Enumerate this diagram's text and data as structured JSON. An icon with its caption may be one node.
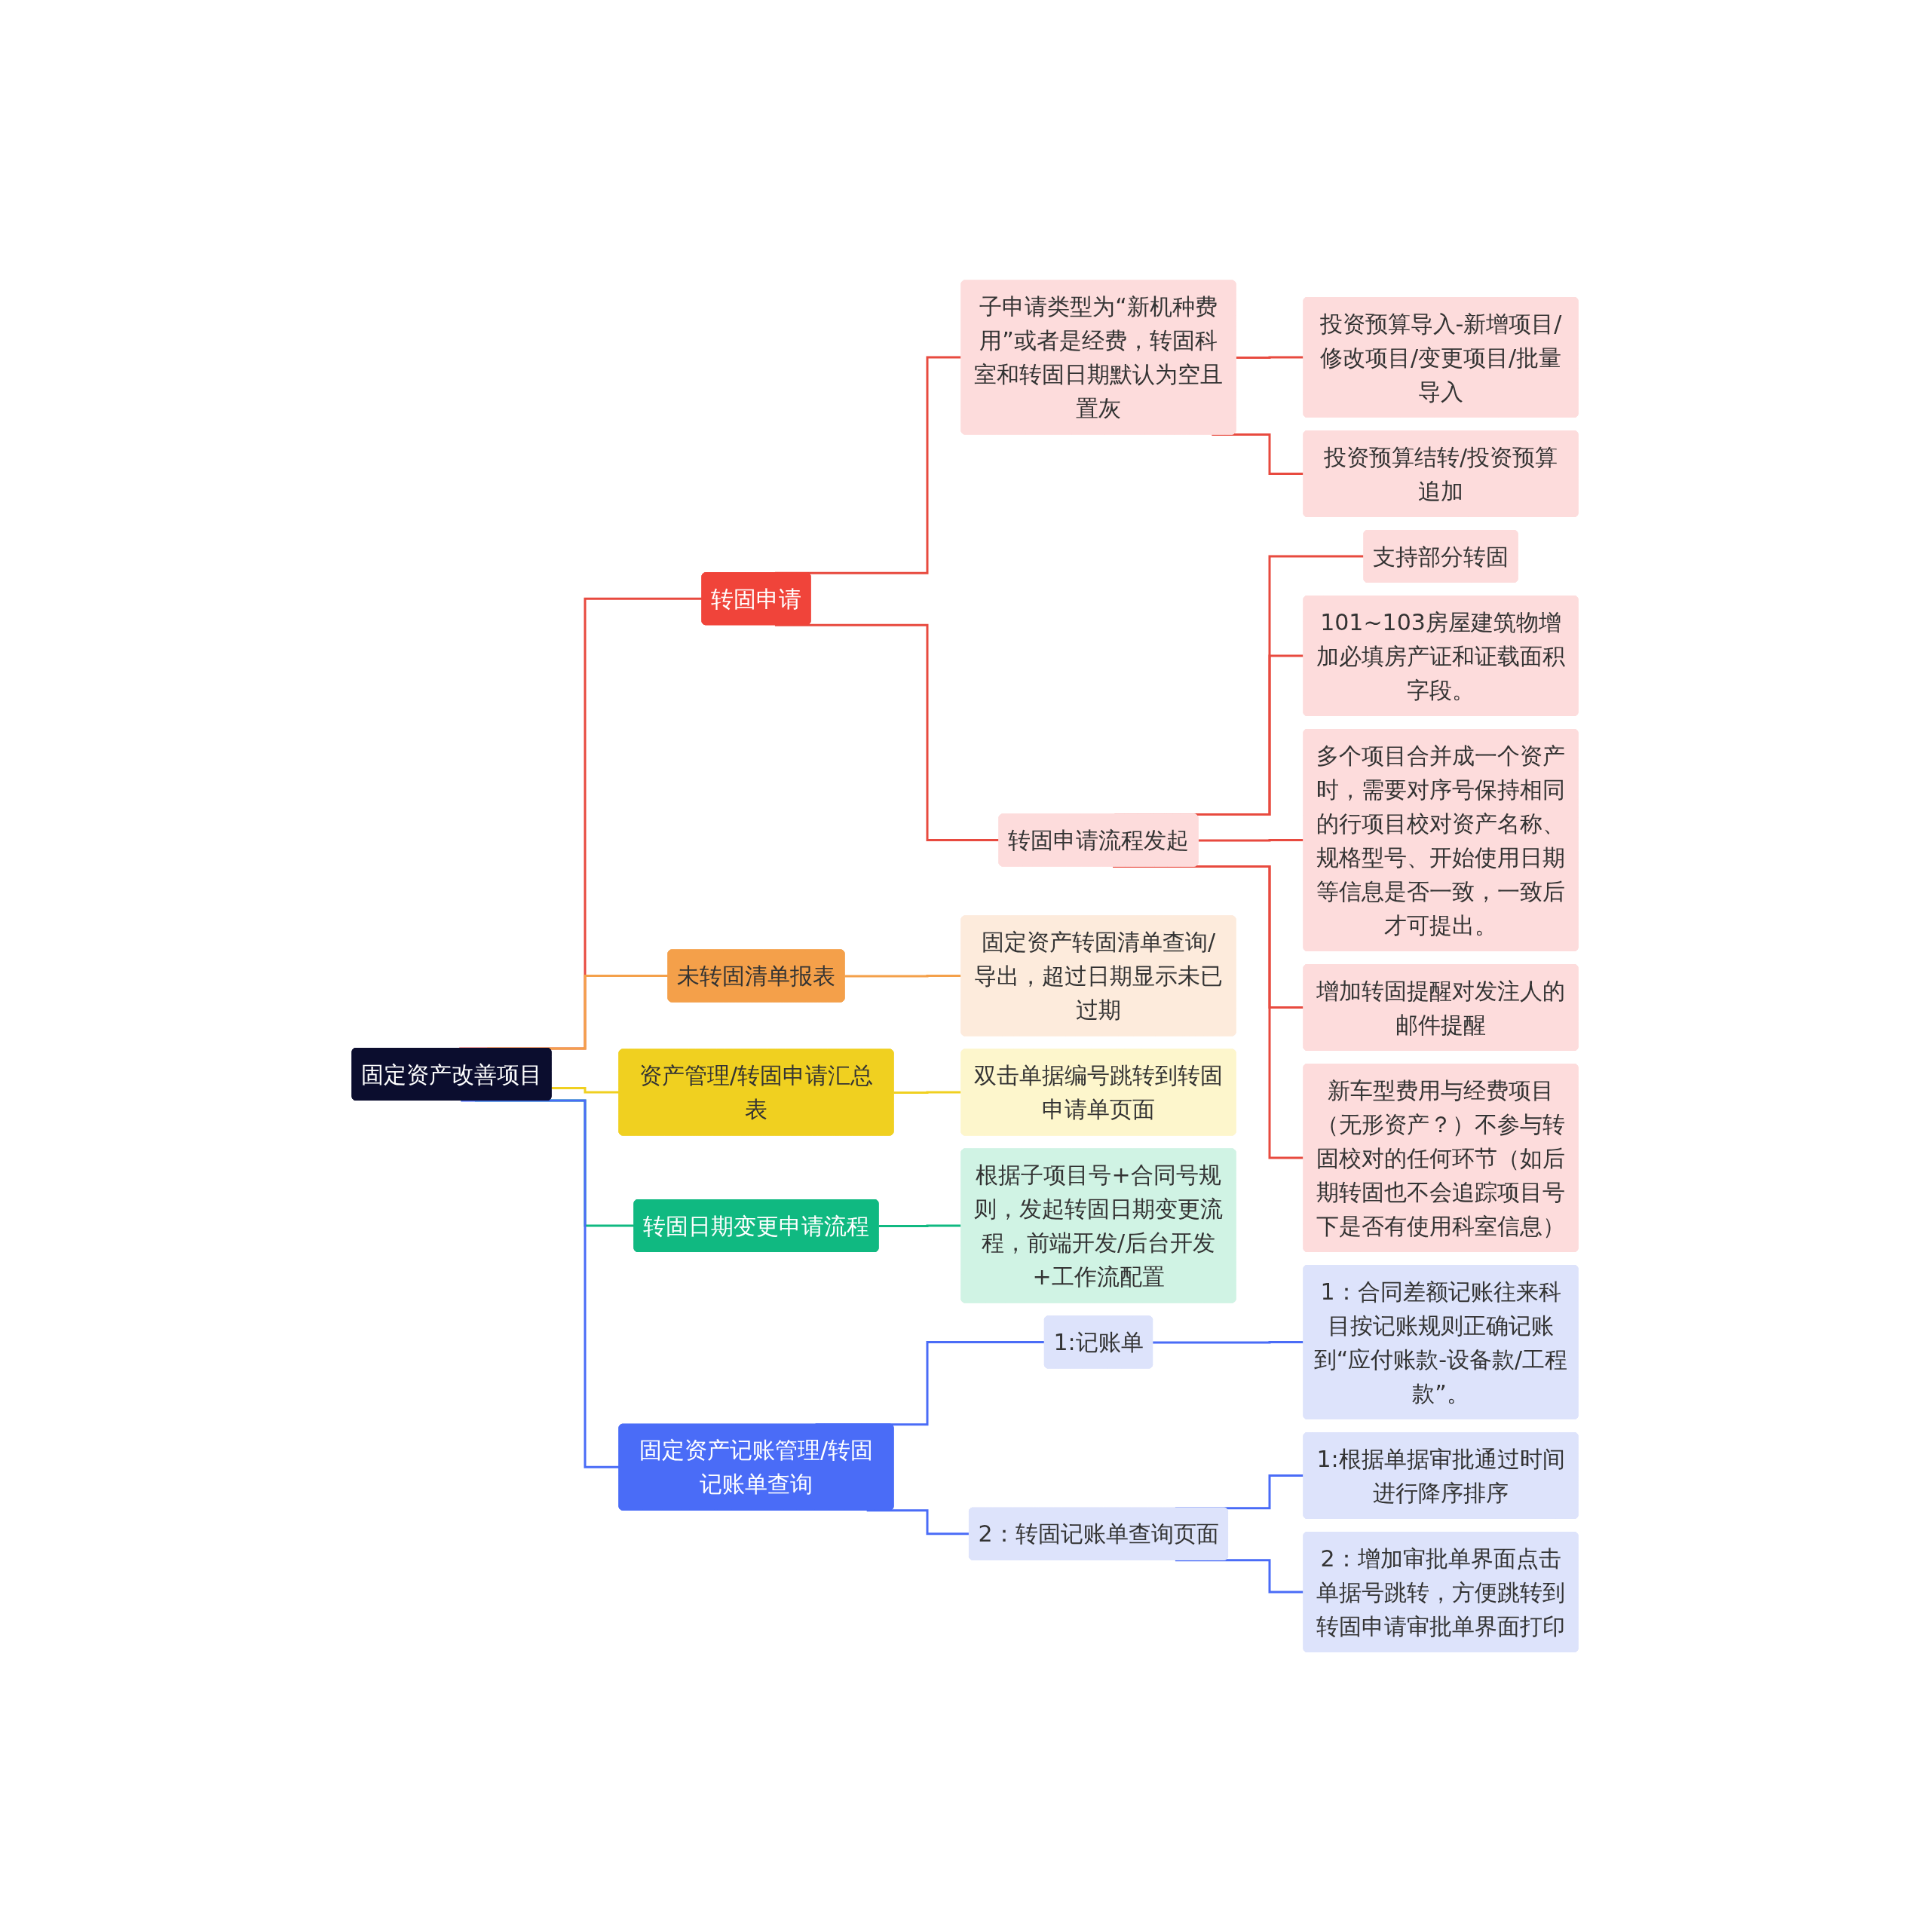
{
  "diagram": {
    "nodes": [
      {
        "text": [
          "固定资产改善项目"
        ]
      },
      {
        "text": [
          "转固申请"
        ]
      },
      {
        "text": [
          "子申请类型为“新机种费用”或者是经费，转固科室和转固日期默认为空且置灰"
        ]
      },
      {
        "text": [
          "投资预算导入-新增项目/修改项目/变更项目/批量导入"
        ]
      },
      {
        "text": [
          "投资预算结转/投资预算追加"
        ]
      },
      {
        "text": [
          "转固申请流程发起"
        ]
      },
      {
        "text": [
          "支持部分转固"
        ]
      },
      {
        "text": [
          "101~103房屋建筑物增加必填房产证和证载面积字段。"
        ]
      },
      {
        "text": [
          "多个项目合并成一个资产时，需要对序号保持相同的行项目校对资产名称、规格型号、开始使用日期等信息是否一致，一致后才可提出。"
        ]
      },
      {
        "text": [
          "增加转固提醒对发注人的邮件提醒"
        ]
      },
      {
        "text": [
          "新车型费用与经费项目（无形资产？）不参与转固校对的任何环节（如后期转固也不会追踪项目号下是否有使用科室信息）"
        ]
      },
      {
        "text": [
          "未转固清单报表"
        ]
      },
      {
        "text": [
          "固定资产转固清单查询/导出，超过日期显示未已过期"
        ]
      },
      {
        "text": [
          "资产管理/转固申请汇总表"
        ]
      },
      {
        "text": [
          "双击单据编号跳转到转固申请单页面"
        ]
      },
      {
        "text": [
          "转固日期变更申请流程"
        ]
      },
      {
        "text": [
          "根据子项目号+合同号规则，发起转固日期变更流程，前端开发/后台开发+工作流配置"
        ]
      },
      {
        "text": [
          "固定资产记账管理/转固记账单查询"
        ]
      },
      {
        "text": [
          "1:记账单"
        ]
      },
      {
        "text": [
          "1：合同差额记账往来科目按记账规则正确记账到“应付账款-设备款/工程款”。"
        ]
      },
      {
        "text": [
          "2：转固记账单查询页面"
        ]
      },
      {
        "text": [
          "1:根据单据审批通过时间进行降序排序"
        ]
      },
      {
        "text": [
          "2：增加审批单界面点击单据号跳转，方便跳转到转固申请审批单界面打印"
        ]
      }
    ],
    "edges": [
      {
        "from": 0,
        "to": 1,
        "arrow": "none"
      },
      {
        "from": 1,
        "to": 2,
        "arrow": "none"
      },
      {
        "from": 2,
        "to": 3,
        "arrow": "none"
      },
      {
        "from": 2,
        "to": 4,
        "arrow": "none"
      },
      {
        "from": 1,
        "to": 5,
        "arrow": "none"
      },
      {
        "from": 5,
        "to": 6,
        "arrow": "none"
      },
      {
        "from": 5,
        "to": 7,
        "arrow": "none"
      },
      {
        "from": 5,
        "to": 8,
        "arrow": "none"
      },
      {
        "from": 5,
        "to": 9,
        "arrow": "none"
      },
      {
        "from": 5,
        "to": 10,
        "arrow": "none"
      },
      {
        "from": 0,
        "to": 11,
        "arrow": "none",
        "color": "#f4a04a"
      },
      {
        "from": 11,
        "to": 12,
        "arrow": "none",
        "color": "#f4a04a"
      },
      {
        "from": 0,
        "to": 13,
        "arrow": "none",
        "color": "#f0d020"
      },
      {
        "from": 13,
        "to": 14,
        "arrow": "none",
        "color": "#f0d020"
      },
      {
        "from": 0,
        "to": 15,
        "arrow": "none",
        "color": "#10b981"
      },
      {
        "from": 15,
        "to": 16,
        "arrow": "none",
        "color": "#10b981"
      },
      {
        "from": 0,
        "to": 17,
        "arrow": "none",
        "color": "#4a6cf7"
      },
      {
        "from": 17,
        "to": 18,
        "arrow": "none",
        "color": "#4a6cf7"
      },
      {
        "from": 18,
        "to": 19,
        "arrow": "none",
        "color": "#4a6cf7"
      },
      {
        "from": 17,
        "to": 20,
        "arrow": "none",
        "color": "#4a6cf7"
      },
      {
        "from": 20,
        "to": 21,
        "arrow": "none",
        "color": "#4a6cf7"
      },
      {
        "from": 20,
        "to": 22,
        "arrow": "none",
        "color": "#4a6cf7"
      }
    ]
  }
}
